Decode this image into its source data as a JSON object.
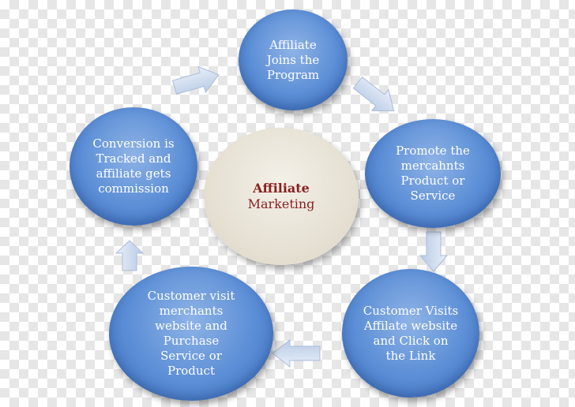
{
  "center": {
    "title": "Affiliate",
    "subtitle": "Marketing"
  },
  "steps": [
    {
      "label": "Affiliate\nJoins the\nProgram"
    },
    {
      "label": "Promote the\nmercahnts\nProduct or\nService"
    },
    {
      "label": "Customer Visits\nAffilate website\nand Click on\nthe Link"
    },
    {
      "label": "Customer visit\nmerchants\nwebsite and\nPurchase\nService  or\nProduct"
    },
    {
      "label": "Conversion is\nTracked and\naffiliate gets\ncommission"
    }
  ],
  "colors": {
    "step_blue": "#5b8ed6",
    "center_beige": "#e4ded0",
    "center_text": "#8a1f1f",
    "arrow_fill": "#d6e2f2"
  }
}
